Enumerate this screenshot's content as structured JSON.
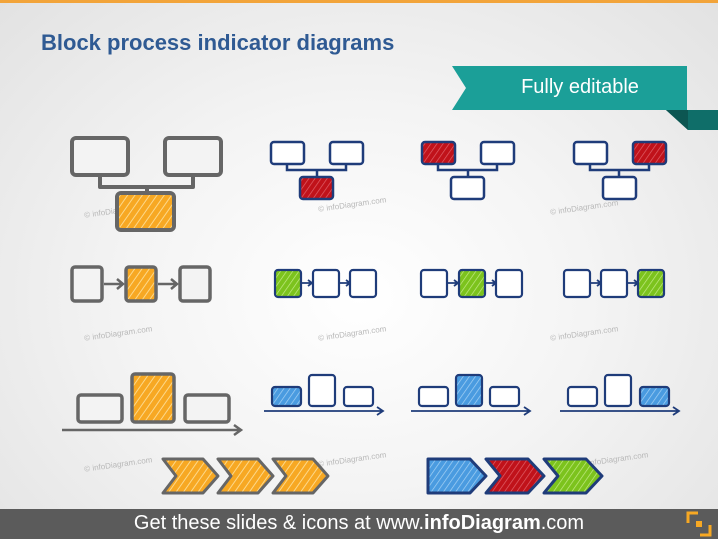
{
  "title": "Block process indicator diagrams",
  "badge": {
    "label": "Fully editable"
  },
  "watermark": "© infoDiagram.com",
  "footer": {
    "prefix": "Get these slides & icons at www.",
    "brand": "infoDiagram",
    "suffix": ".com"
  },
  "colors": {
    "accent_orange": "#f7a823",
    "hatch_orange": "#fbd27a",
    "dark_blue": "#1f3c7a",
    "gray_outline": "#666666",
    "red": "#c0121a",
    "green": "#7cc31d",
    "light_blue": "#4a9be0",
    "teal": "#1b9f98",
    "footer_bg": "#5b5b5b"
  },
  "diagrams": [
    {
      "layout": "org-chart",
      "highlight": "bottom"
    },
    {
      "layout": "org-chart",
      "highlight": "bottom"
    },
    {
      "layout": "org-chart",
      "highlight": "top-left"
    },
    {
      "layout": "org-chart",
      "highlight": "top-right"
    },
    {
      "layout": "linear-flow",
      "highlight": "middle"
    },
    {
      "layout": "linear-flow",
      "highlight": "first"
    },
    {
      "layout": "linear-flow",
      "highlight": "middle"
    },
    {
      "layout": "linear-flow",
      "highlight": "last"
    },
    {
      "layout": "timeline",
      "highlight": "middle"
    },
    {
      "layout": "timeline",
      "highlight": "first"
    },
    {
      "layout": "timeline",
      "highlight": "middle"
    },
    {
      "layout": "timeline",
      "highlight": "last"
    },
    {
      "layout": "chevrons",
      "highlight": "all"
    },
    {
      "layout": "chevrons",
      "highlight": "all"
    }
  ]
}
